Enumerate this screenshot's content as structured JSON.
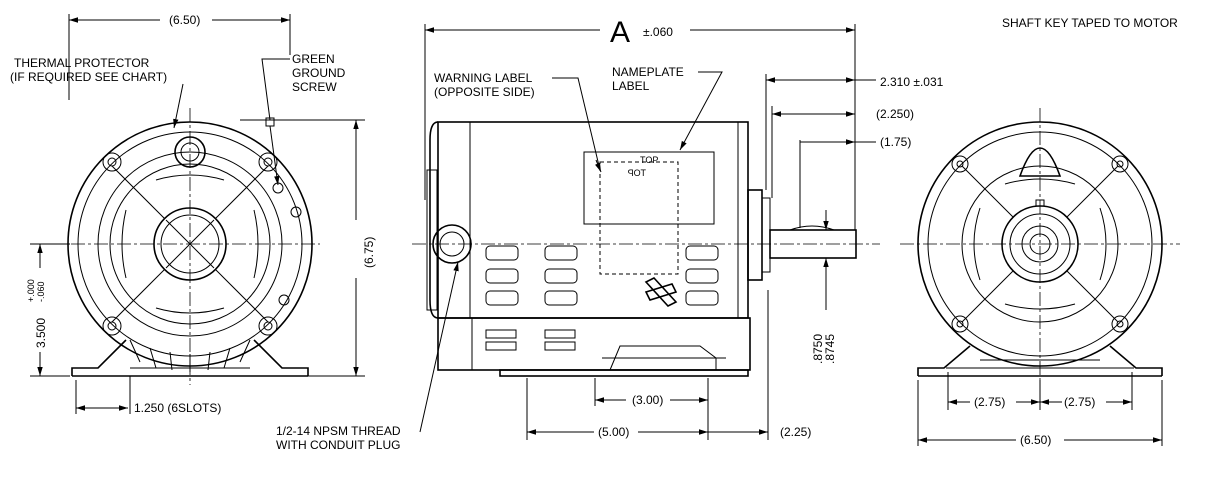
{
  "header_note": "SHAFT KEY TAPED TO MOTOR",
  "dimensions": {
    "left_width": "(6.50)",
    "left_height": "(6.75)",
    "shaft_height": "3.500",
    "shaft_height_tol_plus": "+.000",
    "shaft_height_tol_minus": "-.060",
    "slot": "1.250  (6SLOTS)",
    "overall_letter": "A",
    "overall_tol": "±.060",
    "shaft_ext": "2.310 ±.031",
    "shaft_shoulder": "(2.250)",
    "key_length": "(1.75)",
    "shaft_dia_1": ".8750",
    "shaft_dia_2": ".8745",
    "base_holes": "(3.00)",
    "base_length": "(5.00)",
    "base_to_shoulder": "(2.25)",
    "right_half_left": "(2.75)",
    "right_half_right": "(2.75)",
    "right_width": "(6.50)"
  },
  "labels": {
    "thermal_1": "THERMAL PROTECTOR",
    "thermal_2": "(IF REQUIRED SEE CHART)",
    "ground_1": "GREEN",
    "ground_2": "GROUND",
    "ground_3": "SCREW",
    "warning_1": "WARNING  LABEL",
    "warning_2": "(OPPOSITE SIDE)",
    "nameplate_1": "NAMEPLATE",
    "nameplate_2": "LABEL",
    "conduit_1": "1/2-14 NPSM THREAD",
    "conduit_2": "WITH CONDUIT PLUG",
    "top_mark": "TOP",
    "top_mark_mirror": "TOP"
  }
}
